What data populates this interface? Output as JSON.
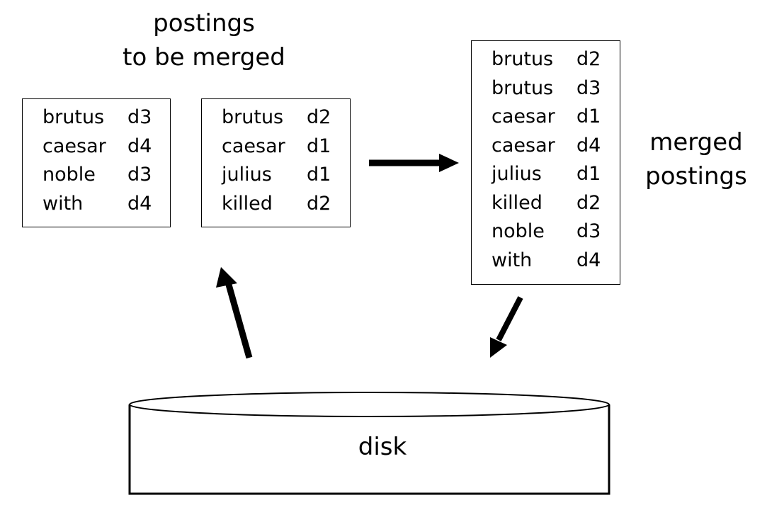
{
  "labels": {
    "to_be_merged": [
      "postings",
      "to be merged"
    ],
    "merged": [
      "merged",
      "postings"
    ],
    "disk": "disk"
  },
  "postings_a": [
    {
      "term": "brutus",
      "doc": "d3"
    },
    {
      "term": "caesar",
      "doc": "d4"
    },
    {
      "term": "noble",
      "doc": "d3"
    },
    {
      "term": "with",
      "doc": "d4"
    }
  ],
  "postings_b": [
    {
      "term": "brutus",
      "doc": "d2"
    },
    {
      "term": "caesar",
      "doc": "d1"
    },
    {
      "term": "julius",
      "doc": "d1"
    },
    {
      "term": "killed",
      "doc": "d2"
    }
  ],
  "merged_postings": [
    {
      "term": "brutus",
      "doc": "d2"
    },
    {
      "term": "brutus",
      "doc": "d3"
    },
    {
      "term": "caesar",
      "doc": "d1"
    },
    {
      "term": "caesar",
      "doc": "d4"
    },
    {
      "term": "julius",
      "doc": "d1"
    },
    {
      "term": "killed",
      "doc": "d2"
    },
    {
      "term": "noble",
      "doc": "d3"
    },
    {
      "term": "with",
      "doc": "d4"
    }
  ],
  "colors": {
    "ink": "#000000",
    "background": "#ffffff"
  }
}
